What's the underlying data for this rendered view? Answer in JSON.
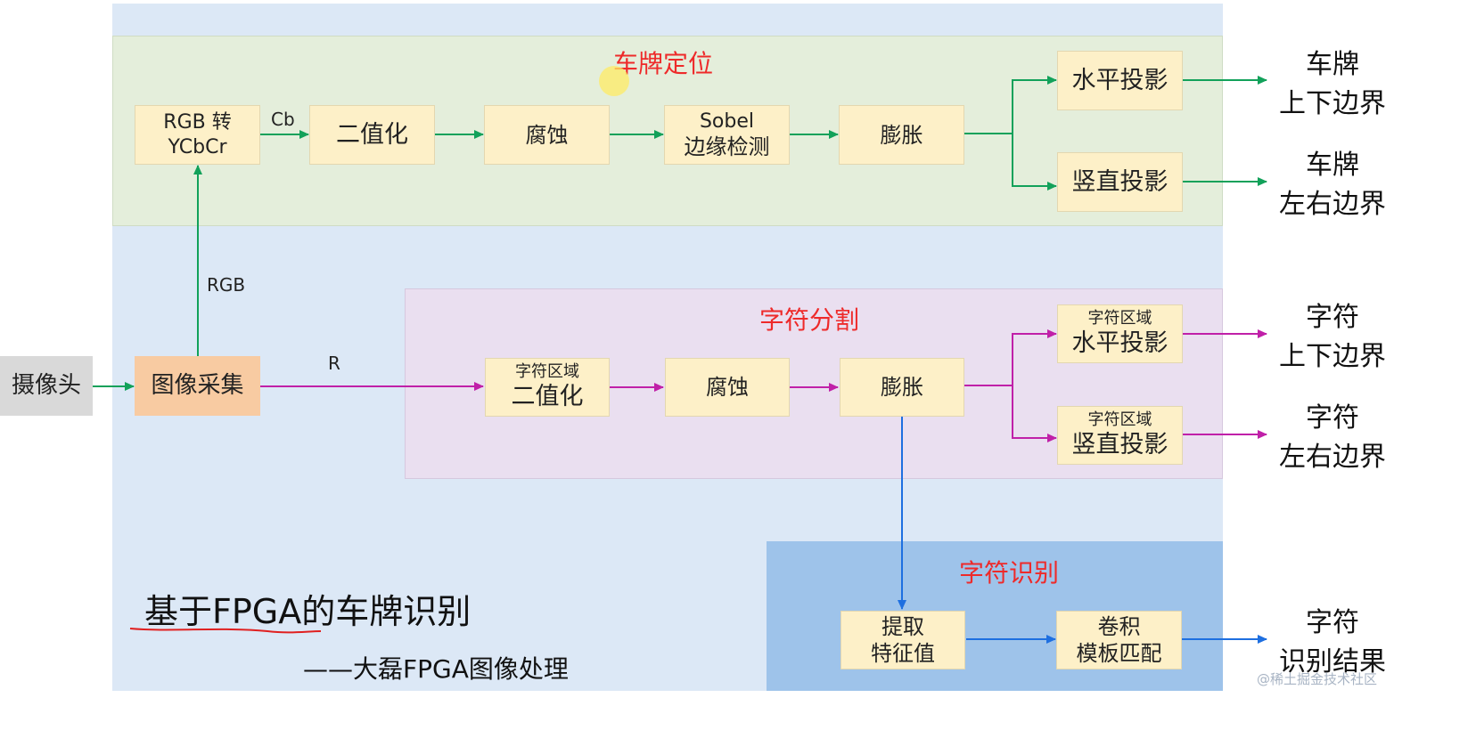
{
  "sections": {
    "plate_location": "车牌定位",
    "char_segmentation": "字符分割",
    "char_recognition": "字符识别"
  },
  "camera": "摄像头",
  "capture": "图像采集",
  "flow_labels": {
    "rgb": "RGB",
    "r": "R",
    "cb": "Cb"
  },
  "plate_chain": {
    "rgb2ycbcr": [
      "RGB 转",
      "YCbCr"
    ],
    "binarize": "二值化",
    "erode": "腐蚀",
    "sobel": [
      "Sobel",
      "边缘检测"
    ],
    "dilate": "膨胀",
    "h_proj": "水平投影",
    "v_proj": "竖直投影",
    "out_h": [
      "车牌",
      "上下边界"
    ],
    "out_v": [
      "车牌",
      "左右边界"
    ]
  },
  "char_chain": {
    "binarize": [
      "字符区域",
      "二值化"
    ],
    "erode": "腐蚀",
    "dilate": "膨胀",
    "h_proj": [
      "字符区域",
      "水平投影"
    ],
    "v_proj": [
      "字符区域",
      "竖直投影"
    ],
    "out_h": [
      "字符",
      "上下边界"
    ],
    "out_v": [
      "字符",
      "左右边界"
    ]
  },
  "recog_chain": {
    "feature": [
      "提取",
      "特征值"
    ],
    "conv": [
      "卷积",
      "模板匹配"
    ],
    "out": [
      "字符",
      "识别结果"
    ]
  },
  "main_title": "基于FPGA的车牌识别",
  "subtitle": "——大磊FPGA图像处理",
  "watermark": "@稀土掘金技术社区",
  "colors": {
    "outer_bg": "#dce8f6",
    "plate_bg": "#e4eedb",
    "char_bg": "#eadff0",
    "recog_bg": "#9ec3ea",
    "box_bg": "#fdf0c8",
    "capture_bg": "#f8cba2",
    "camera_bg": "#d9d9d9",
    "green_arrow": "#12a15a",
    "magenta_arrow": "#c020a8",
    "blue_arrow": "#1e6fe0",
    "title_red": "#ee2a2a"
  }
}
